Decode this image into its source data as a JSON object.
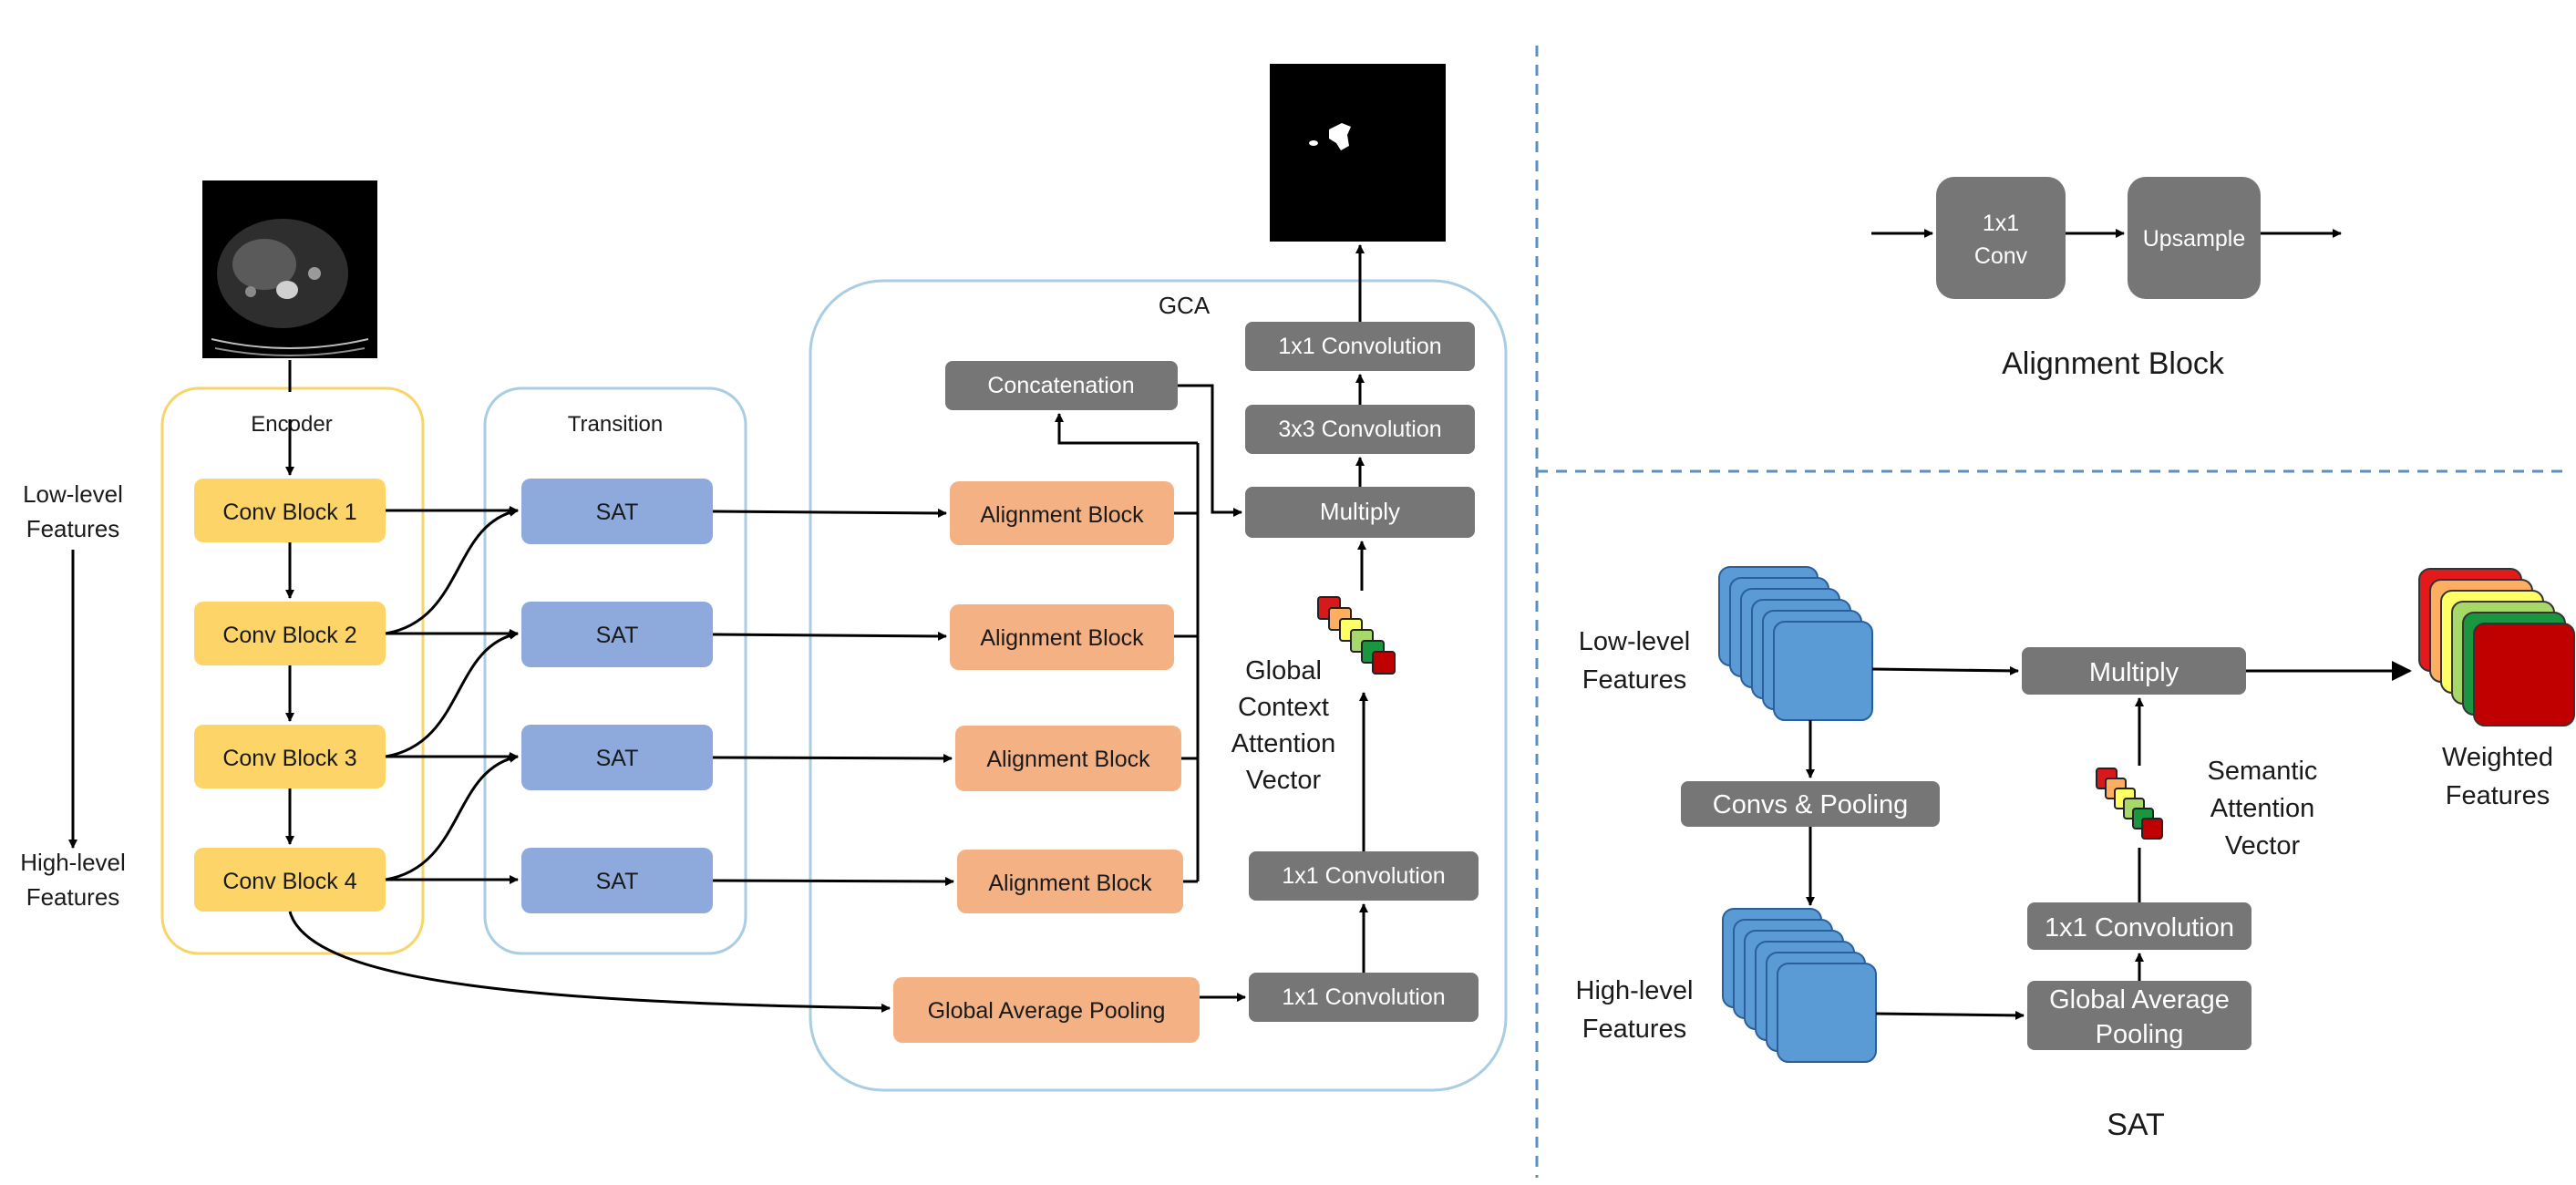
{
  "main": {
    "group_encoder": "Encoder",
    "group_transition": "Transition",
    "group_gca": "GCA",
    "side_low": [
      "Low-level",
      "Features"
    ],
    "side_high": [
      "High-level",
      "Features"
    ],
    "conv_blocks": [
      "Conv Block 1",
      "Conv Block 2",
      "Conv Block 3",
      "Conv Block 4"
    ],
    "sat_blocks": [
      "SAT",
      "SAT",
      "SAT",
      "SAT"
    ],
    "alignment_blocks": [
      "Alignment Block",
      "Alignment Block",
      "Alignment Block",
      "Alignment Block"
    ],
    "concatenation": "Concatenation",
    "multiply": "Multiply",
    "conv3x3": "3x3 Convolution",
    "conv1x1_top": "1x1 Convolution",
    "conv1x1_mid": "1x1 Convolution",
    "conv1x1_bottom": "1x1 Convolution",
    "gap": "Global Average Pooling",
    "gcav": [
      "Global",
      "Context",
      "Attention",
      "Vector"
    ]
  },
  "alignment_panel": {
    "conv": [
      "1x1",
      "Conv"
    ],
    "upsample": "Upsample",
    "caption": "Alignment Block"
  },
  "sat_panel": {
    "low": [
      "Low-level",
      "Features"
    ],
    "high": [
      "High-level",
      "Features"
    ],
    "convs_pooling": "Convs & Pooling",
    "multiply": "Multiply",
    "conv1x1": "1x1 Convolution",
    "gap": [
      "Global Average",
      "Pooling"
    ],
    "sav": [
      "Semantic",
      "Attention",
      "Vector"
    ],
    "weighted": [
      "Weighted",
      "Features"
    ],
    "caption": "SAT"
  },
  "colors": {
    "yellow_box": "#fcd468",
    "yellow_outline": "#f7d56a",
    "blue_box": "#8ea9dc",
    "blue_outline": "#a9cde3",
    "salmon_box": "#f4b183",
    "gray_box": "#767676",
    "dash": "#5b8fc0",
    "stack_blue": "#5b9bd5",
    "attention": [
      "#d7191c",
      "#fdae61",
      "#ffff66",
      "#a6d96a",
      "#1a9641",
      "#c00000"
    ]
  },
  "icons": {
    "ct_scan": "ct-scan-image",
    "mask": "segmentation-mask-image"
  }
}
